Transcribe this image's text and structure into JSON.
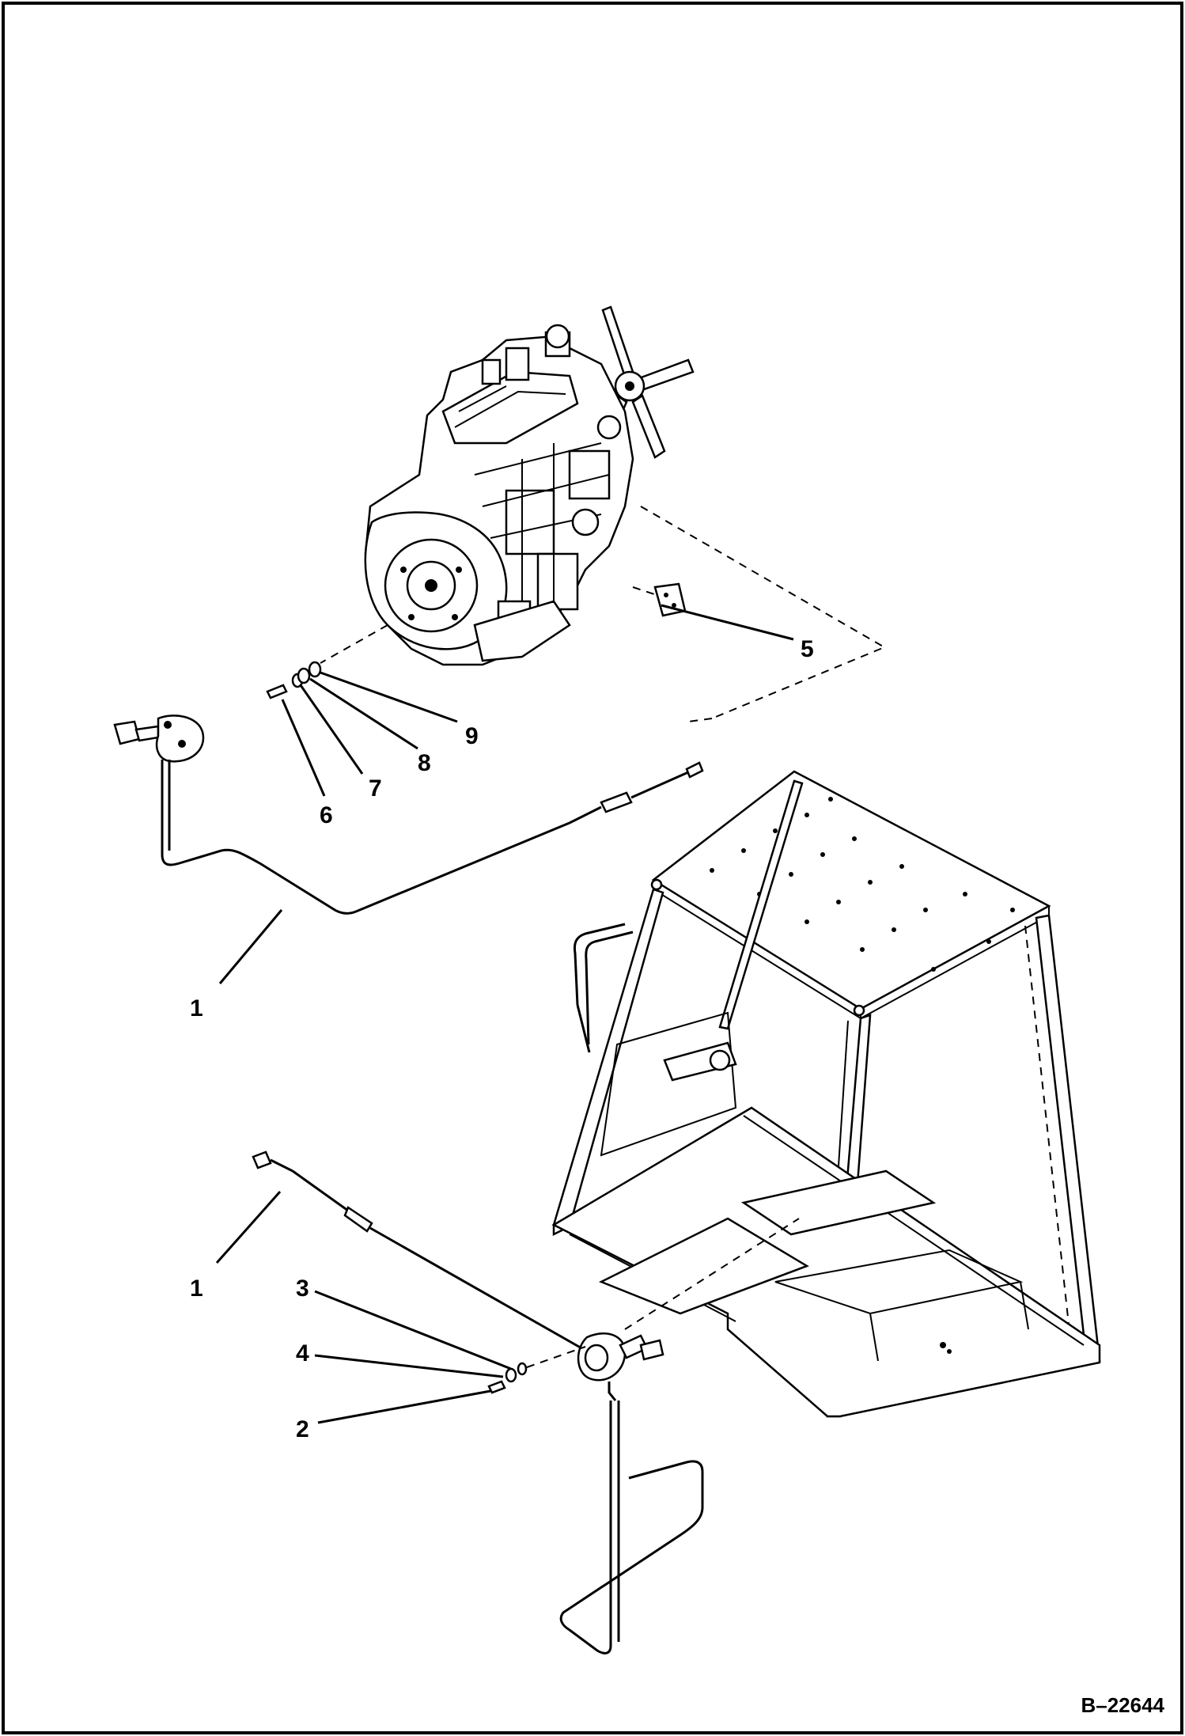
{
  "drawing_number": "B–22644",
  "callouts": [
    {
      "id": "1a",
      "label": "1"
    },
    {
      "id": "1b",
      "label": "1"
    },
    {
      "id": "2",
      "label": "2"
    },
    {
      "id": "3",
      "label": "3"
    },
    {
      "id": "4",
      "label": "4"
    },
    {
      "id": "5",
      "label": "5"
    },
    {
      "id": "6",
      "label": "6"
    },
    {
      "id": "7",
      "label": "7"
    },
    {
      "id": "8",
      "label": "8"
    },
    {
      "id": "9",
      "label": "9"
    }
  ]
}
